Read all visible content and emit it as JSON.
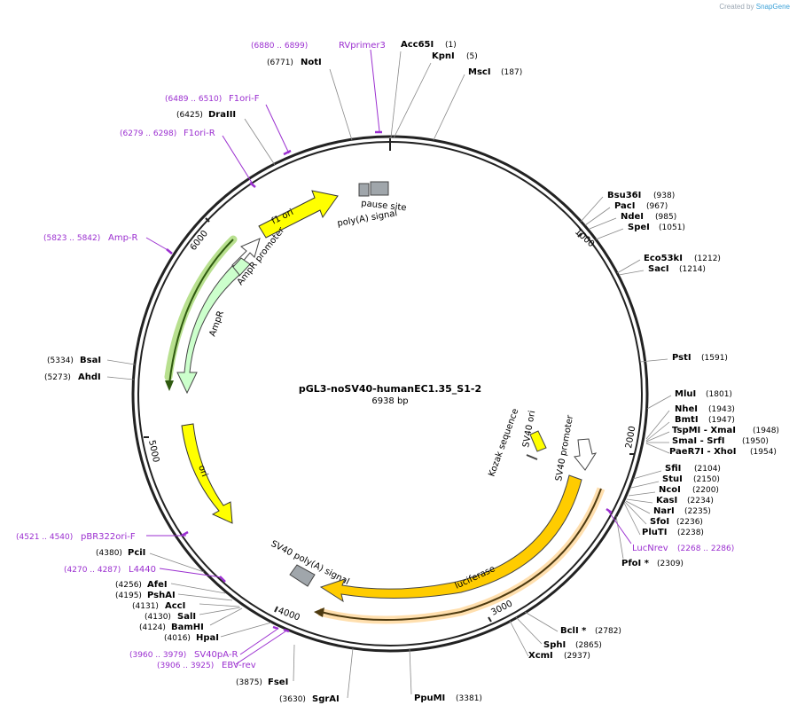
{
  "credit": {
    "prefix": "Created by",
    "brand": "SnapGene"
  },
  "plasmid": {
    "name": "pGL3-noSV40-humanEC1.35_S1-2",
    "length_label": "6938 bp",
    "length": 6938
  },
  "ticks": [
    "1000",
    "2000",
    "3000",
    "4000",
    "5000",
    "6000"
  ],
  "features": [
    {
      "label": "f1 ori",
      "color": "#ffff00"
    },
    {
      "label": "AmpR promoter",
      "color": "#ccffcc"
    },
    {
      "label": "AmpR",
      "color": "#ccffcc"
    },
    {
      "label": "ori",
      "color": "#ffff00"
    },
    {
      "label": "SV40 poly(A) signal",
      "color": "#a0a6ab"
    },
    {
      "label": "luciferase",
      "color": "#ffcc00"
    },
    {
      "label": "SV40 promoter",
      "color": "#ffffff"
    },
    {
      "label": "SV40 ori",
      "color": "#ffff00"
    },
    {
      "label": "Kozak sequence",
      "color": "#555555"
    },
    {
      "label": "pause site",
      "color": "#a0a6ab"
    },
    {
      "label": "poly(A) signal",
      "color": "#a0a6ab"
    }
  ],
  "sites": [
    {
      "name": "NotI",
      "pos": "(6771)"
    },
    {
      "name": "Acc65I",
      "pos": "(1)"
    },
    {
      "name": "KpnI",
      "pos": "(5)"
    },
    {
      "name": "MscI",
      "pos": "(187)"
    },
    {
      "name": "DraIII",
      "pos": "(6425)"
    },
    {
      "name": "Bsu36I",
      "pos": "(938)"
    },
    {
      "name": "PacI",
      "pos": "(967)"
    },
    {
      "name": "NdeI",
      "pos": "(985)"
    },
    {
      "name": "SpeI",
      "pos": "(1051)"
    },
    {
      "name": "Eco53kI",
      "pos": "(1212)"
    },
    {
      "name": "SacI",
      "pos": "(1214)"
    },
    {
      "name": "PstI",
      "pos": "(1591)"
    },
    {
      "name": "MluI",
      "pos": "(1801)"
    },
    {
      "name": "NheI",
      "pos": "(1943)"
    },
    {
      "name": "BmtI",
      "pos": "(1947)"
    },
    {
      "name": "TspMI - XmaI",
      "pos": "(1948)"
    },
    {
      "name": "SmaI - SrfI",
      "pos": "(1950)"
    },
    {
      "name": "PaeR7I - XhoI",
      "pos": "(1954)"
    },
    {
      "name": "SfiI",
      "pos": "(2104)"
    },
    {
      "name": "StuI",
      "pos": "(2150)"
    },
    {
      "name": "NcoI",
      "pos": "(2200)"
    },
    {
      "name": "KasI",
      "pos": "(2234)"
    },
    {
      "name": "NarI",
      "pos": "(2235)"
    },
    {
      "name": "SfoI",
      "pos": "(2236)"
    },
    {
      "name": "PluTI",
      "pos": "(2238)"
    },
    {
      "name": "PfoI *",
      "pos": "(2309)"
    },
    {
      "name": "BclI *",
      "pos": "(2782)"
    },
    {
      "name": "SphI",
      "pos": "(2865)"
    },
    {
      "name": "XcmI",
      "pos": "(2937)"
    },
    {
      "name": "PpuMI",
      "pos": "(3381)"
    },
    {
      "name": "SgrAI",
      "pos": "(3630)"
    },
    {
      "name": "FseI",
      "pos": "(3875)"
    },
    {
      "name": "HpaI",
      "pos": "(4016)"
    },
    {
      "name": "BamHI",
      "pos": "(4124)"
    },
    {
      "name": "SalI",
      "pos": "(4130)"
    },
    {
      "name": "AccI",
      "pos": "(4131)"
    },
    {
      "name": "PshAI",
      "pos": "(4195)"
    },
    {
      "name": "AfeI",
      "pos": "(4256)"
    },
    {
      "name": "PciI",
      "pos": "(4380)"
    },
    {
      "name": "AhdI",
      "pos": "(5273)"
    },
    {
      "name": "BsaI",
      "pos": "(5334)"
    }
  ],
  "primers": [
    {
      "name": "RVprimer3",
      "range": "(6880 .. 6899)"
    },
    {
      "name": "F1ori-F",
      "range": "(6489 .. 6510)"
    },
    {
      "name": "F1ori-R",
      "range": "(6279 .. 6298)"
    },
    {
      "name": "Amp-R",
      "range": "(5823 .. 5842)"
    },
    {
      "name": "pBR322ori-F",
      "range": "(4521 .. 4540)"
    },
    {
      "name": "L4440",
      "range": "(4270 .. 4287)"
    },
    {
      "name": "SV40pA-R",
      "range": "(3960 .. 3979)"
    },
    {
      "name": "EBV-rev",
      "range": "(3906 .. 3925)"
    },
    {
      "name": "LucNrev",
      "range": "(2268 .. 2286)"
    }
  ],
  "colors": {
    "primer": "#9b2fd0",
    "backbone": "#222222",
    "leader": "#888888"
  }
}
